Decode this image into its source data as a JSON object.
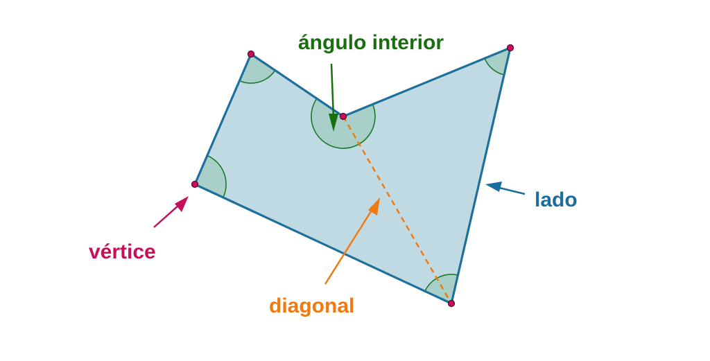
{
  "labels": {
    "interior_angle": "ángulo interior",
    "side": "lado",
    "vertex": "vértice",
    "diagonal": "diagonal"
  },
  "colors": {
    "polygon_fill": "#c0dae4",
    "polygon_stroke": "#1f6f9c",
    "angle_fill": "#a9cfc9",
    "angle_stroke": "#1a7a2a",
    "vertex_point": "#c8105a",
    "interior_angle": "#1a6e10",
    "side": "#1b6d9e",
    "vertex_label": "#c8105a",
    "diagonal": "#f07a10"
  }
}
